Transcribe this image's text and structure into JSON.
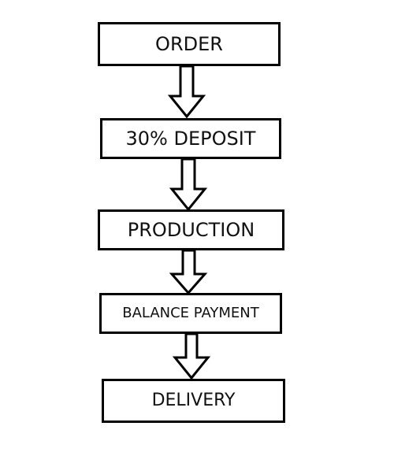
{
  "diagram": {
    "steps": [
      {
        "label": "ORDER"
      },
      {
        "label": "30% DEPOSIT"
      },
      {
        "label": "PRODUCTION"
      },
      {
        "label": "BALANCE PAYMENT"
      },
      {
        "label": "DELIVERY"
      }
    ],
    "colors": {
      "stroke": "#000000",
      "fill": "#ffffff",
      "text": "#111111"
    },
    "arrow_icon": "hollow-down-arrow"
  }
}
